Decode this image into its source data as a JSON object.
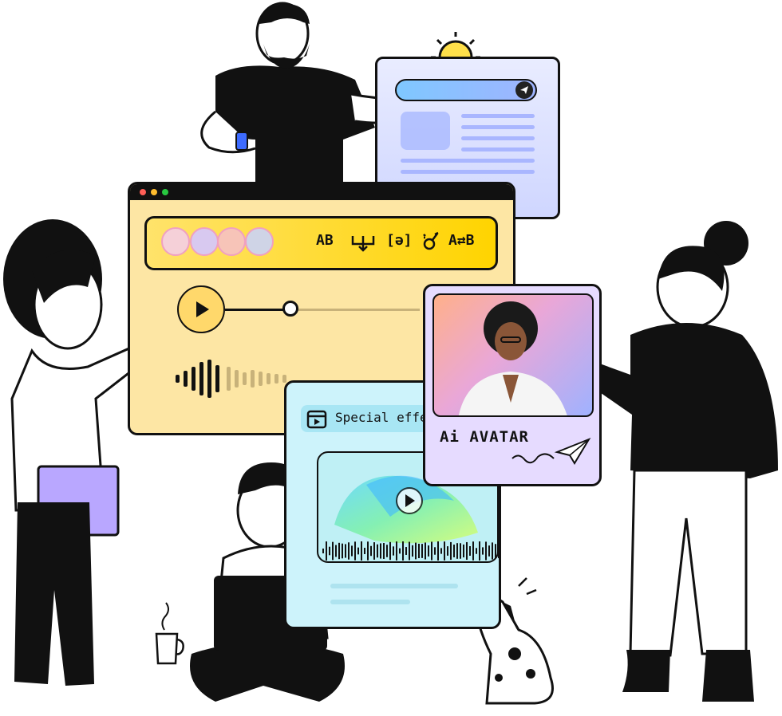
{
  "toolbar": {
    "tools": [
      {
        "label": "AB",
        "icon": "translate-icon"
      },
      {
        "label": "",
        "icon": "split-audio-icon"
      },
      {
        "label": "[ə]",
        "icon": "phoneme-icon"
      },
      {
        "label": "",
        "icon": "voice-effect-icon"
      },
      {
        "label": "A⇄B",
        "icon": "swap-language-icon"
      }
    ],
    "avatar_count": 4
  },
  "player": {
    "progress": 0.3
  },
  "effects_card": {
    "title": "Special effects"
  },
  "avatar_card": {
    "title": "Ai AVATAR"
  },
  "colors": {
    "player_bg": "#fde6a4",
    "toolbar_bg": "#ffd400",
    "effects_bg": "#cdf3fb",
    "avatar_bg": "#e6dbff",
    "idea_bg": "#dfe4ff"
  }
}
